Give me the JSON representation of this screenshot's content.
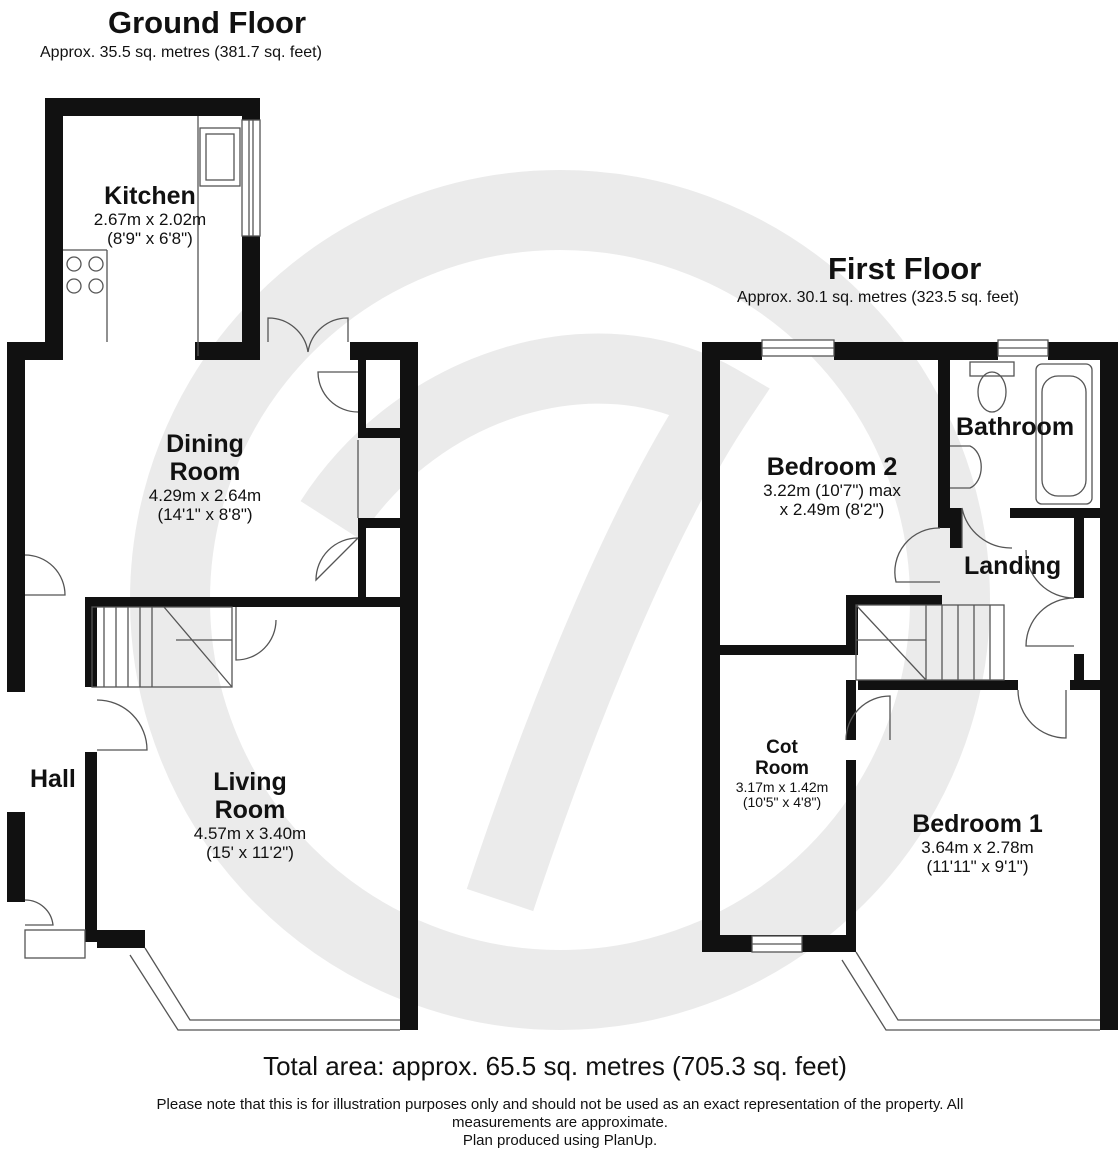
{
  "ground_floor": {
    "title": "Ground Floor",
    "area": "Approx. 35.5 sq. metres (381.7 sq. feet)",
    "rooms": {
      "kitchen": {
        "name": "Kitchen",
        "dims_metric": "2.67m x 2.02m",
        "dims_imperial": "(8'9\" x 6'8\")"
      },
      "dining": {
        "name_line1": "Dining",
        "name_line2": "Room",
        "dims_metric": "4.29m x 2.64m",
        "dims_imperial": "(14'1\" x 8'8\")"
      },
      "hall": {
        "name": "Hall"
      },
      "living": {
        "name_line1": "Living",
        "name_line2": "Room",
        "dims_metric": "4.57m x 3.40m",
        "dims_imperial": "(15' x 11'2\")"
      }
    }
  },
  "first_floor": {
    "title": "First Floor",
    "area": "Approx. 30.1 sq. metres (323.5 sq. feet)",
    "rooms": {
      "bedroom2": {
        "name": "Bedroom 2",
        "dims_line1": "3.22m (10'7\") max",
        "dims_line2": "x 2.49m (8'2\")"
      },
      "bathroom": {
        "name": "Bathroom"
      },
      "landing": {
        "name": "Landing"
      },
      "cot": {
        "name_line1": "Cot",
        "name_line2": "Room",
        "dims_metric": "3.17m x 1.42m",
        "dims_imperial": "(10'5\" x 4'8\")"
      },
      "bedroom1": {
        "name": "Bedroom 1",
        "dims_metric": "3.64m x 2.78m",
        "dims_imperial": "(11'11\" x 9'1\")"
      }
    }
  },
  "footer": {
    "total": "Total area: approx. 65.5 sq. metres (705.3 sq. feet)",
    "note_line1": "Please note that this is for illustration purposes only and should not be used as an exact representation of the property. All",
    "note_line2": "measurements are approximate.",
    "note_line3": "Plan produced using PlanUp."
  },
  "colors": {
    "wall": "#111111",
    "watermark": "#ebebeb",
    "fixture": "#555555"
  }
}
